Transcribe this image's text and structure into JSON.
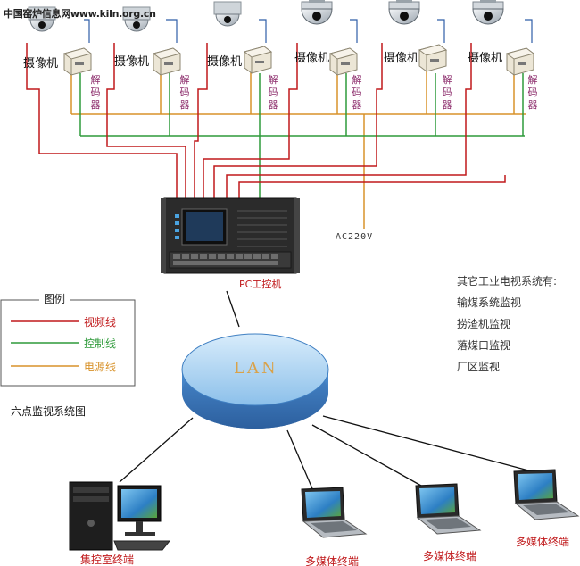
{
  "watermark": "中国窑炉信息网www.kiln.org.cn",
  "cameras": [
    {
      "label": "摄像机",
      "decoder": "解码器"
    },
    {
      "label": "摄像机",
      "decoder": "解码器"
    },
    {
      "label": "摄像机",
      "decoder": "解码器"
    },
    {
      "label": "摄像机",
      "decoder": "解码器"
    },
    {
      "label": "摄像机",
      "decoder": "解码器"
    },
    {
      "label": "摄像机",
      "decoder": "解码器"
    }
  ],
  "power_label": "AC220V",
  "pc_label": "PC工控机",
  "network_label": "LAN",
  "legend": {
    "title": "图例",
    "items": [
      {
        "label": "视频线",
        "color": "#c0191b"
      },
      {
        "label": "控制线",
        "color": "#2e9a3a"
      },
      {
        "label": "电源线",
        "color": "#d8922a"
      }
    ]
  },
  "diagram_title": "六点监视系统图",
  "other_systems": {
    "heading": "其它工业电视系统有:",
    "items": [
      "输煤系统监视",
      "捞渣机监视",
      "落煤口监视",
      "厂区监视"
    ]
  },
  "terminals": [
    "集控室终端",
    "多媒体终端",
    "多媒体终端",
    "多媒体终端"
  ],
  "colors": {
    "video": "#c0191b",
    "control": "#2e9a3a",
    "power": "#d8922a",
    "lan_top": "#a9d3f0",
    "lan_side": "#3f7fc2",
    "text_red": "#c0191b"
  }
}
